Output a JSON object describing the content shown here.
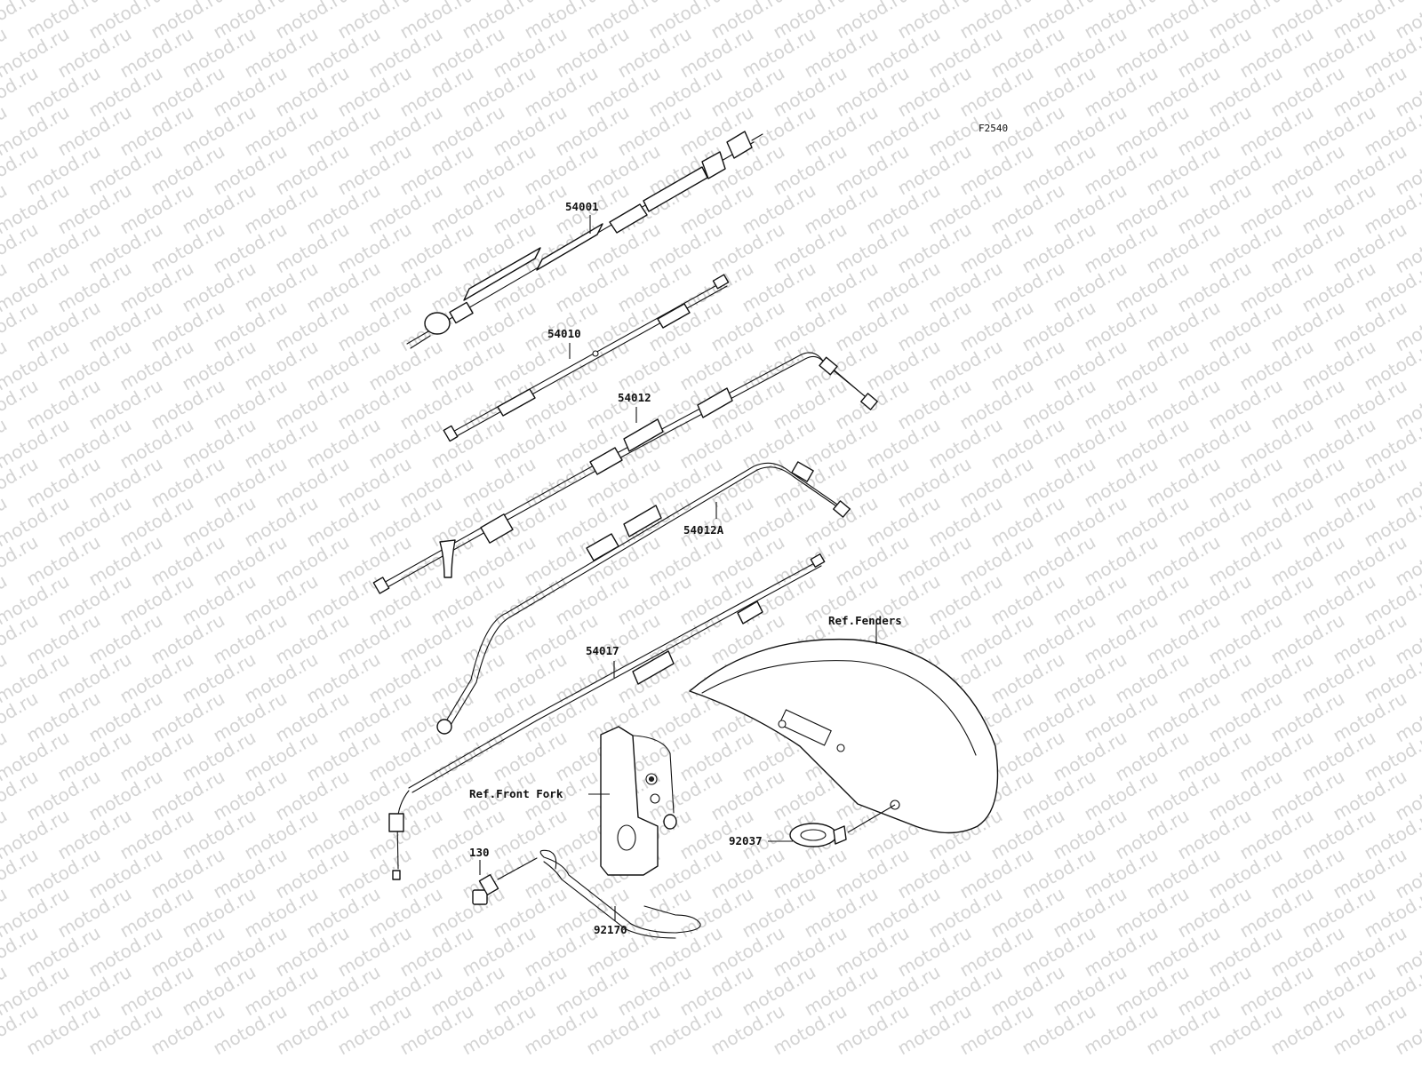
{
  "diagram_code": "F2540",
  "watermark_text": "motod.ru",
  "colors": {
    "line": "#111111",
    "watermark": "#d4d4d4",
    "background": "#ffffff"
  },
  "callouts": {
    "p54001": "54001",
    "p54010": "54010",
    "p54012": "54012",
    "p54012A": "54012A",
    "p54017": "54017",
    "ref_fenders": "Ref.Fenders",
    "ref_front_fork": "Ref.Front Fork",
    "p130": "130",
    "p92037": "92037",
    "p92170": "92170"
  }
}
